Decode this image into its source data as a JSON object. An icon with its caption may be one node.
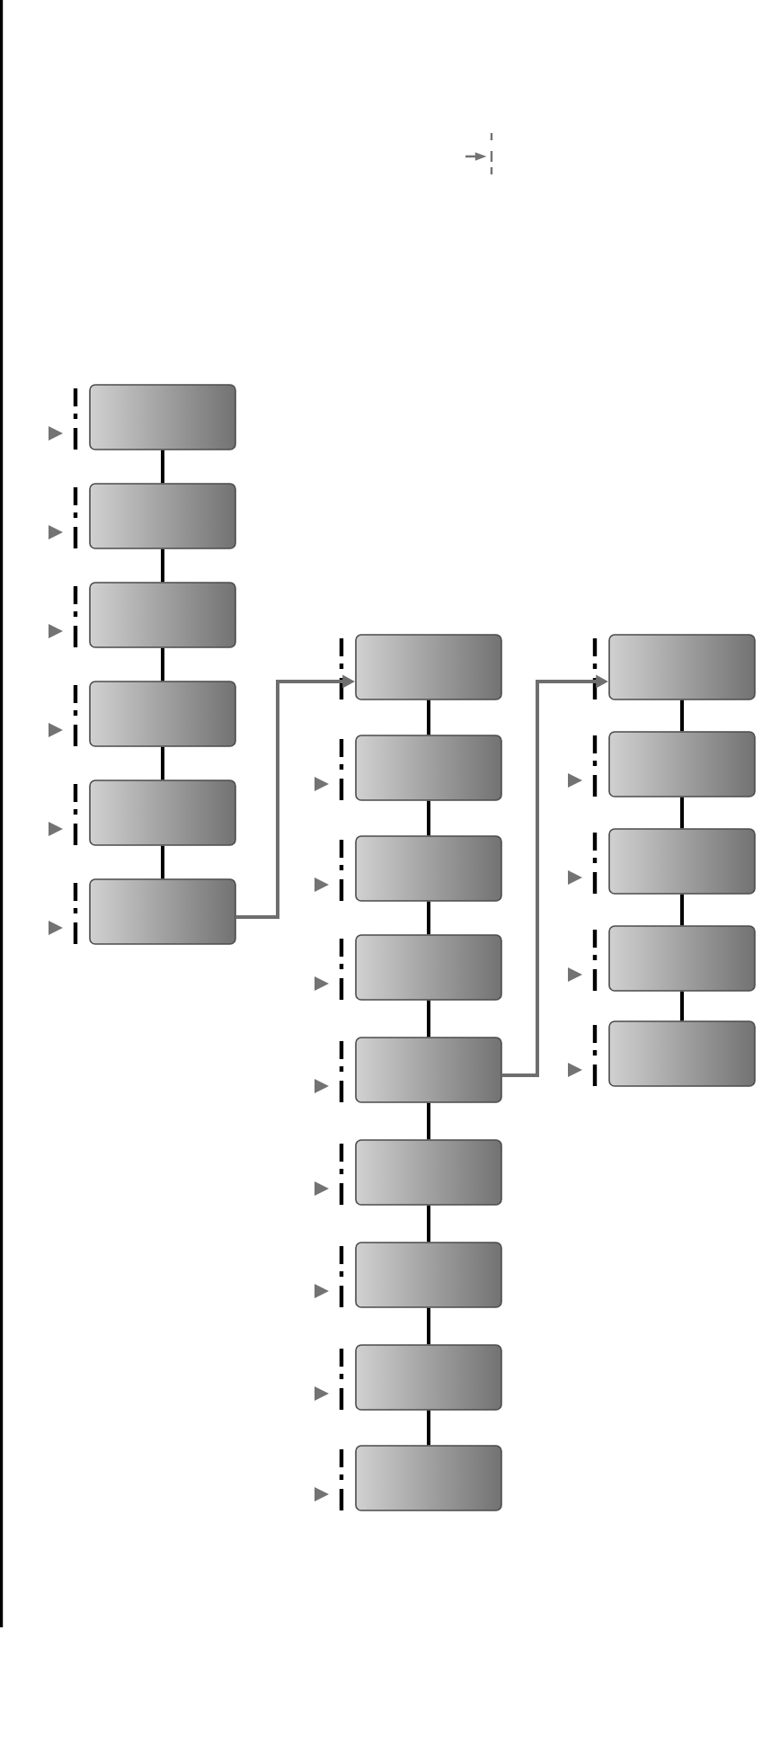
{
  "diagram": {
    "nodes": [
      {
        "text": [],
        "shape": "box"
      },
      {
        "text": [],
        "shape": "box"
      },
      {
        "text": [],
        "shape": "box"
      },
      {
        "text": [],
        "shape": "box"
      },
      {
        "text": [],
        "shape": "box"
      },
      {
        "text": [],
        "shape": "box"
      },
      {
        "text": [],
        "shape": "box"
      },
      {
        "text": [],
        "shape": "box"
      },
      {
        "text": [],
        "shape": "box"
      },
      {
        "text": [],
        "shape": "box"
      },
      {
        "text": [],
        "shape": "box"
      },
      {
        "text": [],
        "shape": "box"
      },
      {
        "text": [],
        "shape": "box"
      },
      {
        "text": [],
        "shape": "box"
      },
      {
        "text": [],
        "shape": "box"
      },
      {
        "text": [],
        "shape": "box"
      },
      {
        "text": [],
        "shape": "box"
      },
      {
        "text": [],
        "shape": "box"
      },
      {
        "text": [],
        "shape": "box"
      },
      {
        "text": [],
        "shape": "box"
      }
    ],
    "edges": [
      {
        "from": 0,
        "to": 1,
        "arrow": "none"
      },
      {
        "from": 1,
        "to": 2,
        "arrow": "none"
      },
      {
        "from": 2,
        "to": 3,
        "arrow": "none"
      },
      {
        "from": 3,
        "to": 4,
        "arrow": "none"
      },
      {
        "from": 4,
        "to": 5,
        "arrow": "none"
      },
      {
        "from": 5,
        "to": 6,
        "arrow": "to",
        "color": "#6e6e6e"
      },
      {
        "from": 6,
        "to": 7,
        "arrow": "none"
      },
      {
        "from": 7,
        "to": 8,
        "arrow": "none"
      },
      {
        "from": 8,
        "to": 9,
        "arrow": "none"
      },
      {
        "from": 9,
        "to": 10,
        "arrow": "none"
      },
      {
        "from": 10,
        "to": 11,
        "arrow": "none"
      },
      {
        "from": 11,
        "to": 12,
        "arrow": "none"
      },
      {
        "from": 12,
        "to": 13,
        "arrow": "none"
      },
      {
        "from": 13,
        "to": 14,
        "arrow": "none"
      },
      {
        "from": 10,
        "to": 15,
        "arrow": "to",
        "color": "#6e6e6e"
      },
      {
        "from": 15,
        "to": 16,
        "arrow": "none"
      },
      {
        "from": 16,
        "to": 17,
        "arrow": "none"
      },
      {
        "from": 17,
        "to": 18,
        "arrow": "none"
      },
      {
        "from": 18,
        "to": 19,
        "arrow": "none"
      }
    ]
  }
}
